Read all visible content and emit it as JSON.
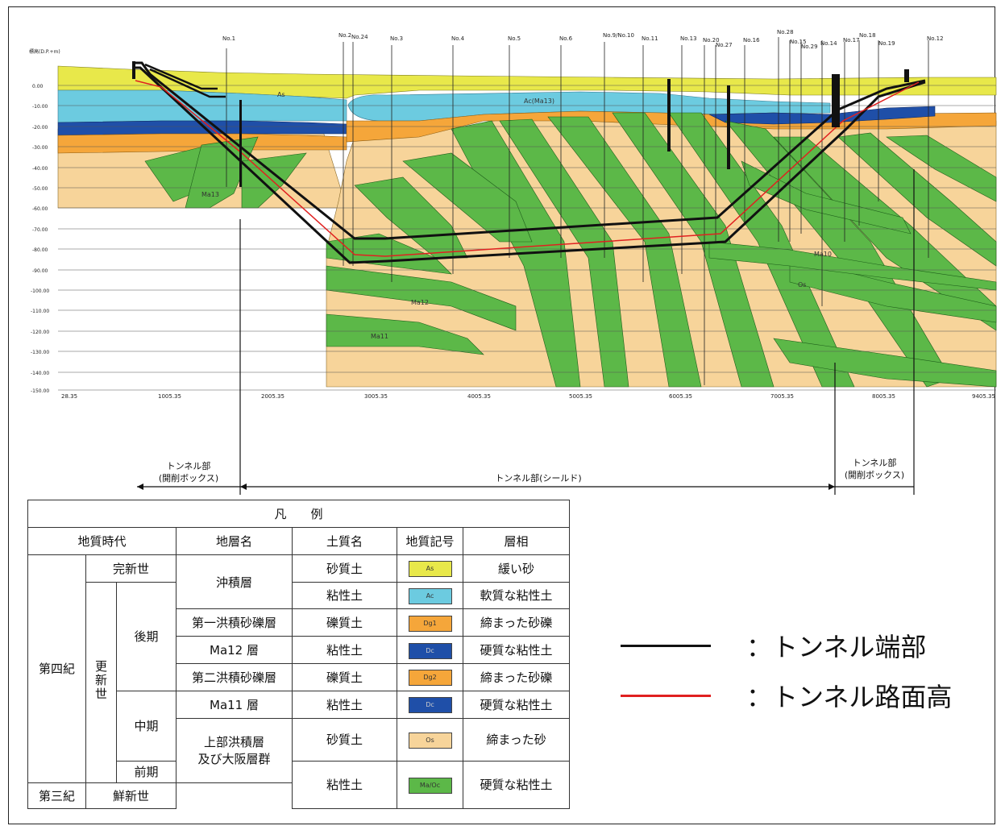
{
  "section": {
    "y_axis_title": "標高(D.P.+m)",
    "y_ticks": [
      "0.00",
      "-10.00",
      "-20.00",
      "-30.00",
      "-40.00",
      "-50.00",
      "-60.00",
      "-70.00",
      "-80.00",
      "-90.00",
      "-100.00",
      "-110.00",
      "-120.00",
      "-130.00",
      "-140.00",
      "-150.00"
    ],
    "x_ticks": [
      "28.35",
      "1005.35",
      "2005.35",
      "3005.35",
      "4005.35",
      "5005.35",
      "6005.35",
      "7005.35",
      "8005.35",
      "9405.35"
    ],
    "boreholes": [
      "No.1",
      "No.2",
      "No.24",
      "No.3",
      "No.4",
      "No.5",
      "No.6",
      "No.9/No.10",
      "No.11",
      "No.13",
      "No.20",
      "No.27",
      "No.16",
      "No.28",
      "No.15",
      "No.29",
      "No.14",
      "No.17",
      "No.18",
      "No.19",
      "No.12"
    ],
    "layer_labels": [
      "As",
      "Ac(Ma13)",
      "Ma13",
      "Ma11",
      "Ma12",
      "Os",
      "Ma10"
    ]
  },
  "sections_bar": {
    "left_label_1": "トンネル部",
    "left_label_2": "(開削ボックス)",
    "center_label": "トンネル部(シールド)",
    "right_label_1": "トンネル部",
    "right_label_2": "(開削ボックス)"
  },
  "legend": {
    "title": "凡　　例",
    "headers": {
      "era": "地質時代",
      "formation": "地層名",
      "soil": "土質名",
      "symbol": "地質記号",
      "facies": "層相"
    },
    "era_quaternary": "第四紀",
    "era_tertiary": "第三紀",
    "holocene": "完新世",
    "pleistocene": "更新世",
    "pliocene": "鮮新世",
    "late": "後期",
    "middle": "中期",
    "early": "前期",
    "rows": [
      {
        "formation": "沖積層",
        "soil": "砂質土",
        "symbol": "As",
        "color": "#e8e84a",
        "facies": "緩い砂"
      },
      {
        "formation": "",
        "soil": "粘性土",
        "symbol": "Ac",
        "color": "#6ccbe0",
        "facies": "軟質な粘性土"
      },
      {
        "formation": "第一洪積砂礫層",
        "soil": "礫質土",
        "symbol": "Dg1",
        "color": "#f5a63a",
        "facies": "締まった砂礫"
      },
      {
        "formation": "Ma12 層",
        "soil": "粘性土",
        "symbol": "Dc",
        "color": "#1f4fa8",
        "facies": "硬質な粘性土"
      },
      {
        "formation": "第二洪積砂礫層",
        "soil": "礫質土",
        "symbol": "Dg2",
        "color": "#f5a63a",
        "facies": "締まった砂礫"
      },
      {
        "formation": "Ma11 層",
        "soil": "粘性土",
        "symbol": "Dc",
        "color": "#1f4fa8",
        "facies": "硬質な粘性土"
      },
      {
        "formation": "上部洪積層\n及び大阪層群",
        "soil": "砂質土",
        "symbol": "Os",
        "color": "#f7d49a",
        "facies": "締まった砂"
      },
      {
        "formation": "",
        "soil": "粘性土",
        "symbol": "Ma/Oc",
        "color": "#5cb848",
        "facies": "硬質な粘性土"
      }
    ]
  },
  "key": {
    "tunnel_end": "：トンネル端部",
    "road_level": "：トンネル路面高",
    "tunnel_end_color": "#111111",
    "road_level_color": "#e02020"
  }
}
